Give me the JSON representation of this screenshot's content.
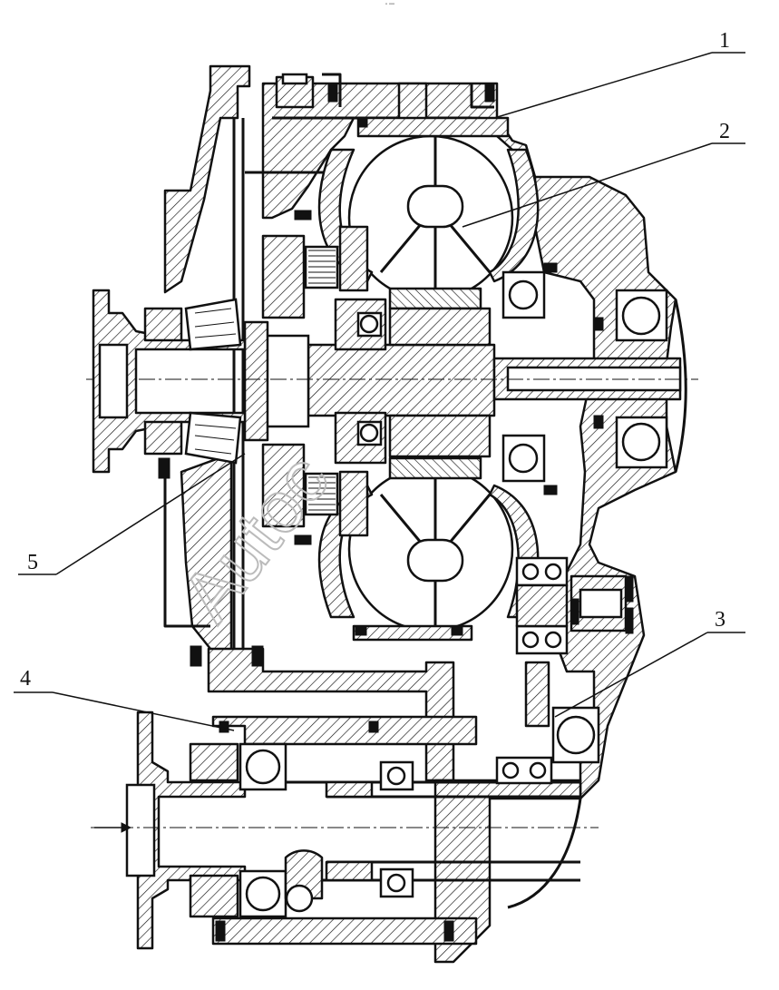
{
  "figure": {
    "top_mark": "″ ″″″",
    "watermark": "Autoc",
    "callouts": [
      {
        "id": "1",
        "label": "1"
      },
      {
        "id": "2",
        "label": "2"
      },
      {
        "id": "3",
        "label": "3"
      },
      {
        "id": "4",
        "label": "4"
      },
      {
        "id": "5",
        "label": "5"
      }
    ]
  },
  "colors": {
    "ink": "#111111",
    "paper": "#ffffff",
    "watermark": "#bbbbbb"
  }
}
